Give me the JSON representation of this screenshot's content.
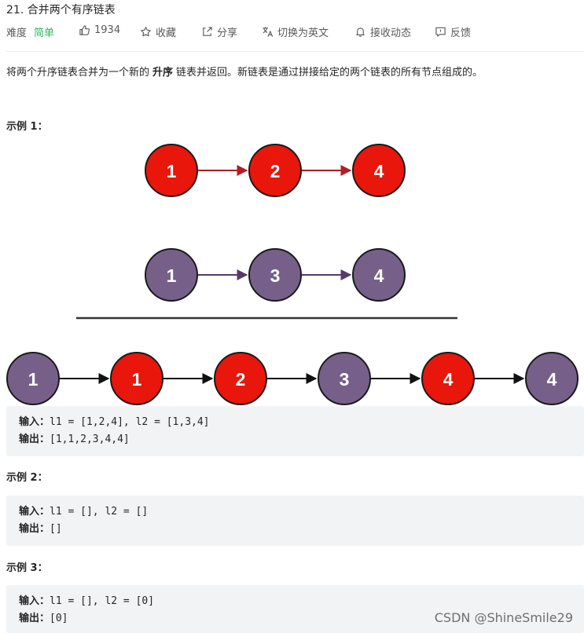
{
  "problem": {
    "title": "21. 合并两个有序链表",
    "difficulty_label": "难度",
    "difficulty": "简单",
    "likes": "1934",
    "favorite": "收藏",
    "share": "分享",
    "switch_language": "切换为英文",
    "notifications": "接收动态",
    "feedback": "反馈"
  },
  "description": {
    "before": "将两个升序链表合并为一个新的",
    "bold": "升序",
    "after": "链表并返回。新链表是通过拼接给定的两个链表的所有节点组成的。"
  },
  "colors": {
    "red_node": "#e8160b",
    "purple_node": "#76608a",
    "red_arrow": "#b21e24",
    "purple_arrow": "#563a6b",
    "easy": "#2db55d"
  },
  "diagram": {
    "list1": [
      "1",
      "2",
      "4"
    ],
    "list2": [
      "1",
      "3",
      "4"
    ],
    "merged": [
      {
        "value": "1",
        "color": "purple"
      },
      {
        "value": "1",
        "color": "red"
      },
      {
        "value": "2",
        "color": "red"
      },
      {
        "value": "3",
        "color": "purple"
      },
      {
        "value": "4",
        "color": "red"
      },
      {
        "value": "4",
        "color": "purple"
      }
    ]
  },
  "examples": [
    {
      "title": "示例 1：",
      "input_label": "输入：",
      "input": "l1 = [1,2,4], l2 = [1,3,4]",
      "output_label": "输出：",
      "output": "[1,1,2,3,4,4]"
    },
    {
      "title": "示例 2：",
      "input_label": "输入：",
      "input": "l1 = [], l2 = []",
      "output_label": "输出：",
      "output": "[]"
    },
    {
      "title": "示例 3：",
      "input_label": "输入：",
      "input": "l1 = [], l2 = [0]",
      "output_label": "输出：",
      "output": "[0]"
    }
  ],
  "watermark": "CSDN @ShineSmile29"
}
